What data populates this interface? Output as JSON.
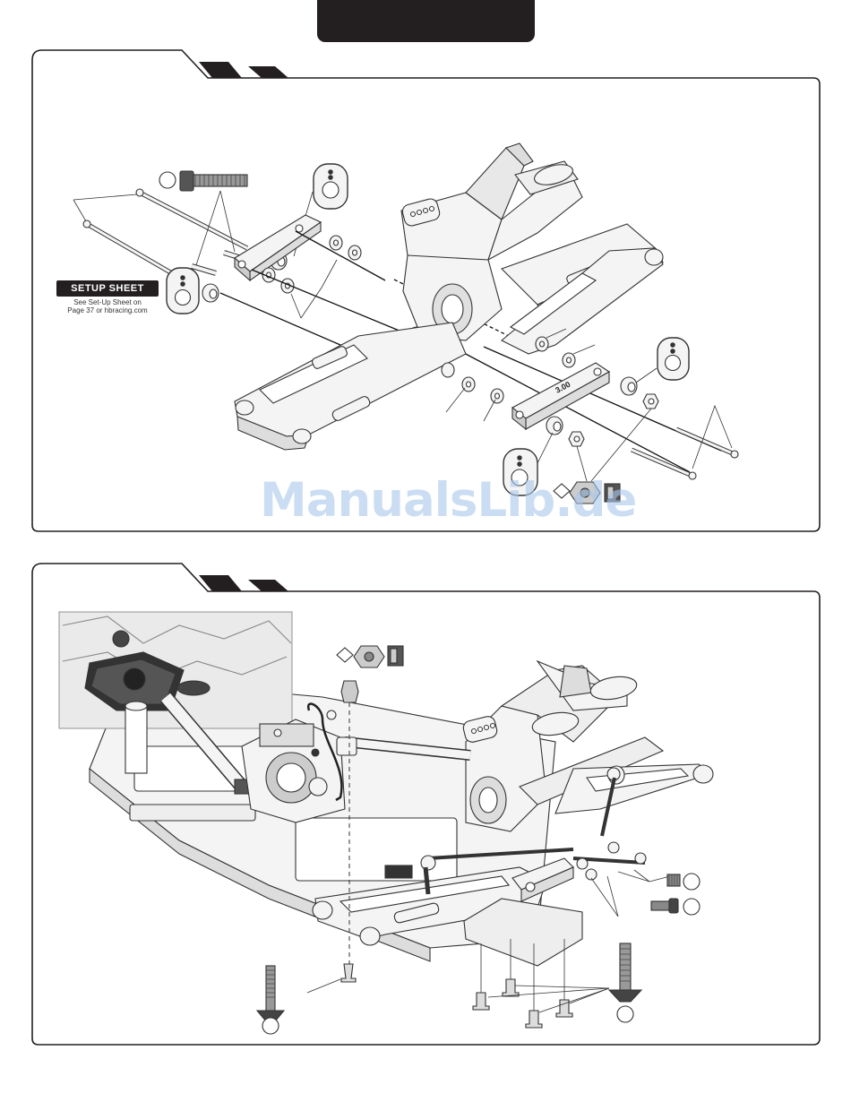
{
  "setup_sheet": {
    "badge": "SETUP SHEET",
    "note_line1": "See Set-Up Sheet on",
    "note_line2": "Page 37 or hbracing.com"
  },
  "hinge_block_label": "3.00",
  "watermark": "ManualsLib.de",
  "colors": {
    "header_tab": "#231f20",
    "panel_border": "#231f20",
    "line_art": "#333333",
    "part_fill": "#f4f4f4",
    "watermark": "#a9c8ea"
  }
}
